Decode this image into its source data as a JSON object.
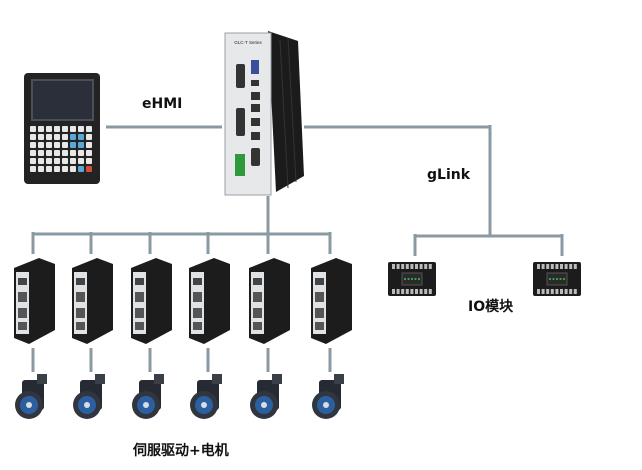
{
  "labels": {
    "ehmi": "eHMI",
    "glink": "gLink",
    "io_module": "IO模块",
    "servo_motor": "伺服驱动+电机"
  },
  "controller": {
    "brand_text": "GLC-T Series"
  },
  "counts": {
    "servo_drives": 6,
    "servo_motors": 6,
    "io_modules": 2
  },
  "colors": {
    "link_line": "#8a9aa3",
    "device_dark": "#1c1c1c",
    "device_panel": "#dfe3e6",
    "hmi_screen": "#2b2f3a",
    "motor_blue": "#2c5fa0",
    "io_green": "#3aa84a"
  }
}
